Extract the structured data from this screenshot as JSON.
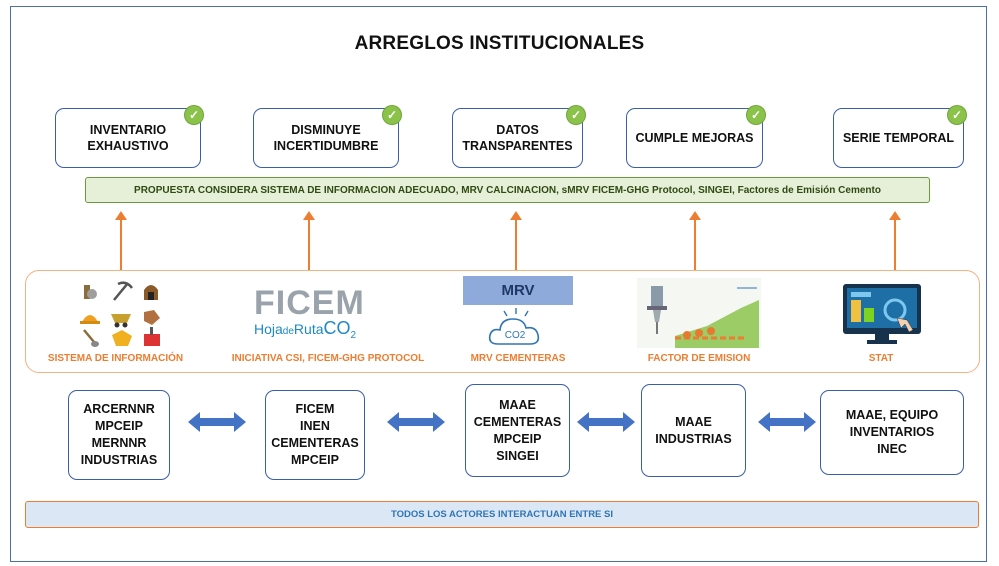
{
  "title": "ARREGLOS INSTITUCIONALES",
  "top_boxes": [
    {
      "text": "INVENTARIO\nEXHAUSTIVO",
      "check": "✓"
    },
    {
      "text": "DISMINUYE\nINCERTIDUMBRE",
      "check": "✓"
    },
    {
      "text": "DATOS\nTRANSPARENTES",
      "check": "✓"
    },
    {
      "text": "CUMPLE MEJORAS",
      "check": "✓"
    },
    {
      "text": "SERIE TEMPORAL",
      "check": "✓"
    }
  ],
  "proposal_bar": "PROPUESTA CONSIDERA SISTEMA DE INFORMACION ADECUADO, MRV CALCINACION, sMRV FICEM-GHG Protocol, SINGEI, Factores de Emisión Cemento",
  "panels": [
    {
      "label": "SISTEMA DE INFORMACIÓN",
      "icon": "mining-tools-icons"
    },
    {
      "label": "INICIATIVA CSI, FICEM-GHG PROTOCOL",
      "icon": "ficem-logo"
    },
    {
      "label": "MRV CEMENTERAS",
      "icon": "mrv-cloud-icon"
    },
    {
      "label": "FACTOR DE EMISION",
      "icon": "factory-chart-icon"
    },
    {
      "label": "STAT",
      "icon": "monitor-icon"
    }
  ],
  "ficem_logo": {
    "big": "FICEM",
    "small_a": "Hoja",
    "small_b": "de",
    "small_c": "Ruta",
    "small_co": "CO",
    "small_sub": "2"
  },
  "mrv_header": "MRV",
  "mrv_cloud_text": "CO2",
  "bottom_boxes": [
    {
      "text": "ARCERNNR\nMPCEIP\nMERNNR\nINDUSTRIAS"
    },
    {
      "text": "FICEM\nINEN\nCEMENTERAS\nMPCEIP"
    },
    {
      "text": "MAAE\nCEMENTERAS\nMPCEIP\nSINGEI"
    },
    {
      "text": "MAAE\nINDUSTRIAS"
    },
    {
      "text": "MAAE, EQUIPO\nINVENTARIOS\nINEC"
    }
  ],
  "footer_bar": "TODOS LOS ACTORES INTERACTUAN ENTRE SI",
  "colors": {
    "orange": "#ed7d31",
    "blue_border": "#3a5ea8",
    "green_bar": "#e6f0d9",
    "blue_bar": "#dbe7f5",
    "check_green": "#8bc34a"
  }
}
